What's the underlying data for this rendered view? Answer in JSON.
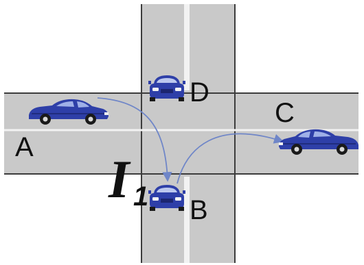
{
  "labels": {
    "a": "A",
    "b": "B",
    "c": "C",
    "d": "D",
    "i_main": "I",
    "i_sub": "1"
  },
  "colors": {
    "road": "#c9c9c9",
    "road_edge": "#3c3c3c",
    "lane_mark": "#f2f2f2",
    "car_body": "#2e3fa8",
    "car_dark": "#1c2670",
    "arrow": "#6f86c8",
    "background": "#ffffff"
  },
  "icons": {
    "car": "car-icon",
    "arrow": "curved-arrow-icon"
  }
}
